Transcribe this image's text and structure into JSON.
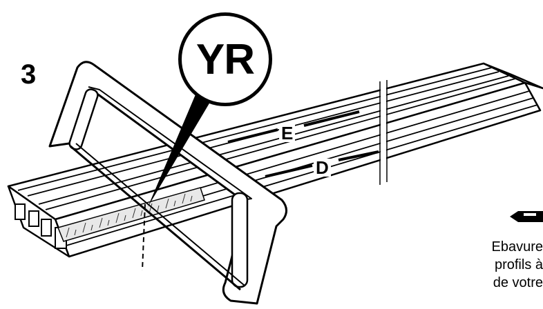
{
  "step": {
    "number": "3"
  },
  "callout": {
    "code": "YR"
  },
  "profiles": {
    "label_top": "E",
    "label_bottom": "D"
  },
  "side_note": {
    "icon": "file-tool-icon",
    "lines": [
      "Ebavure",
      "profils à",
      "de votre"
    ]
  }
}
